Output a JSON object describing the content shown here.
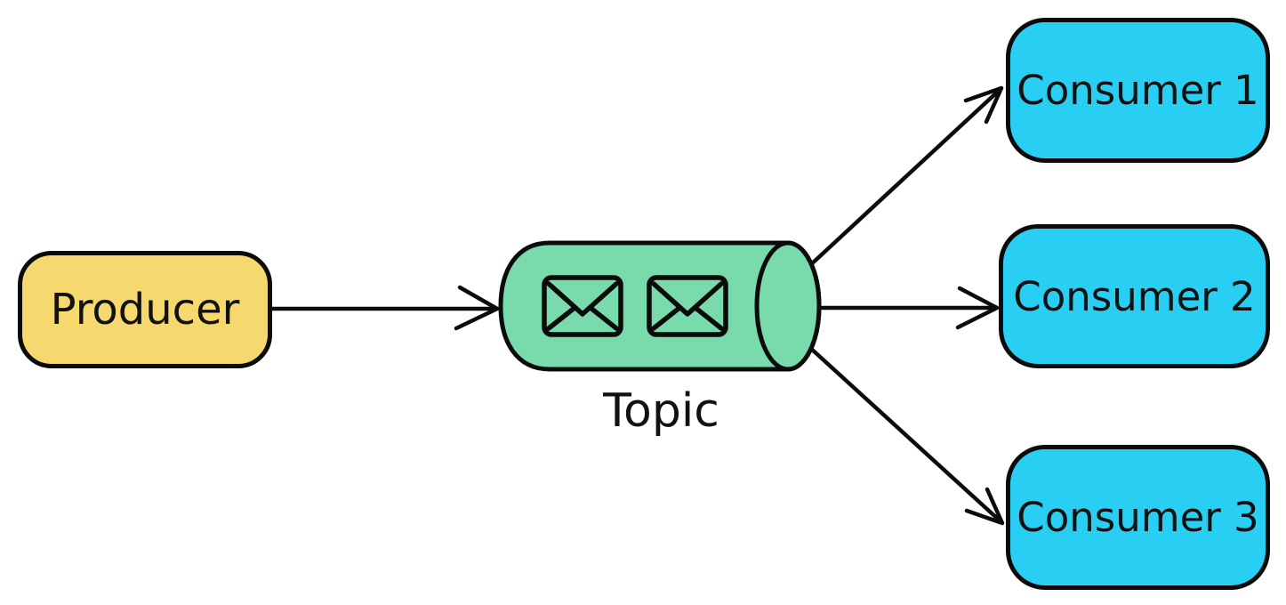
{
  "colors": {
    "producer-fill": "#F5D96E",
    "consumer-fill": "#29CFF2",
    "topic-fill": "#79DBAB",
    "stroke": "#0b0b0b",
    "text": "#111111",
    "background": "#ffffff"
  },
  "diagram": {
    "producer": {
      "label": "Producer"
    },
    "topic": {
      "label": "Topic",
      "shape": "cylinder",
      "message_icons": [
        "envelope-icon",
        "envelope-icon"
      ],
      "message_count": 2
    },
    "consumers": [
      {
        "label": "Consumer 1"
      },
      {
        "label": "Consumer 2"
      },
      {
        "label": "Consumer 3"
      }
    ],
    "edges": [
      {
        "from": "Producer",
        "to": "Topic"
      },
      {
        "from": "Topic",
        "to": "Consumer 1"
      },
      {
        "from": "Topic",
        "to": "Consumer 2"
      },
      {
        "from": "Topic",
        "to": "Consumer 3"
      }
    ]
  }
}
